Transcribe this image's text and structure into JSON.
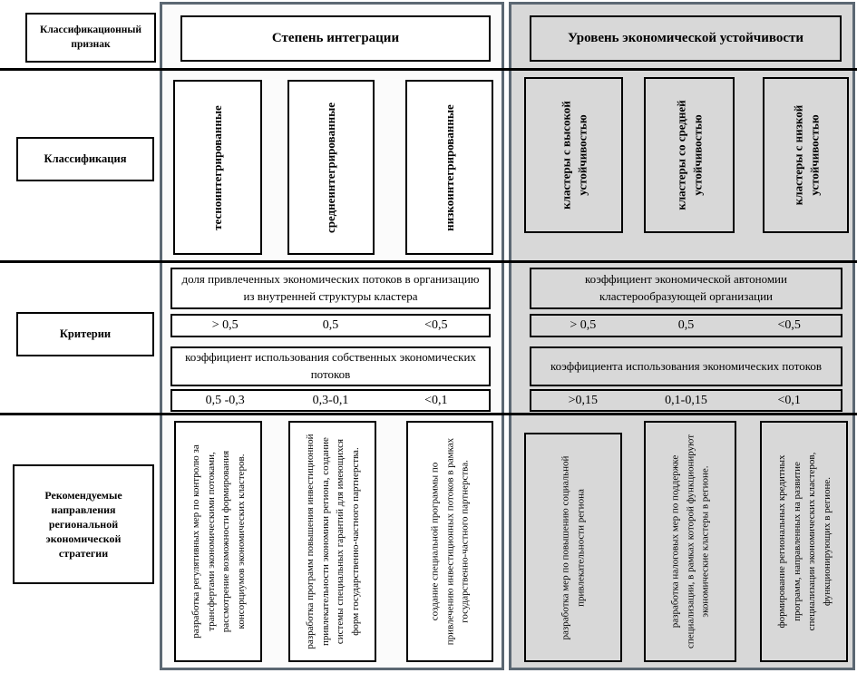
{
  "colors": {
    "stability_panel_bg": "#d8d8d8",
    "integration_panel_bg": "#fbfbfb",
    "border": "#000000"
  },
  "rows": {
    "attribute": "Классификационный признак",
    "classification": "Классификация",
    "criteria": "Критерии",
    "strategy": "Рекомендуемые направления региональной экономической стратегии"
  },
  "columns": [
    {
      "title": "Степень интеграции",
      "classes": [
        "тесноинтегрированные",
        "среднеинтегрированные",
        "низкоинтегрированные"
      ],
      "criteria": [
        {
          "label": "доля привлеченных экономических потоков в организацию из внутренней структуры кластера",
          "values": [
            "> 0,5",
            "0,5",
            "<0,5"
          ]
        },
        {
          "label": "коэффициент использования собственных экономических потоков",
          "values": [
            "0,5 -0,3",
            "0,3-0,1",
            "<0,1"
          ]
        }
      ],
      "strategies": [
        "разработка регулятивных мер по контролю за трансфертами экономическими потоками, рассмотрение возможности формирования консорциумов экономических кластеров.",
        "разработка программ повышения инвестиционной привлекательности экономики региона, создание системы специальных гарантий для имеющихся форм государственно-частного партнерства.",
        "создание специальной программы по привлечению инвестиционных потоков в рамках государственно-частного партнерства."
      ]
    },
    {
      "title": "Уровень экономической устойчивости",
      "classes": [
        "кластеры с высокой устойчивостью",
        "кластеры со средней устойчивостью",
        "кластеры с низкой устойчивостью"
      ],
      "criteria": [
        {
          "label": "коэффициент экономической автономии кластерообразующей организации",
          "values": [
            "> 0,5",
            "0,5",
            "<0,5"
          ]
        },
        {
          "label": "коэффициента использования экономических потоков",
          "values": [
            ">0,15",
            "0,1-0,15",
            "<0,1"
          ]
        }
      ],
      "strategies": [
        "разработка мер по повышению социальной привлекательности региона",
        "разработка налоговых мер по поддержке специализации,  в рамках которой функционируют экономические кластеры в регионе.",
        "формирование региональных кредитных программ, направленных на развитие специализации экономических кластеров, функционирующих в регионе."
      ]
    }
  ]
}
